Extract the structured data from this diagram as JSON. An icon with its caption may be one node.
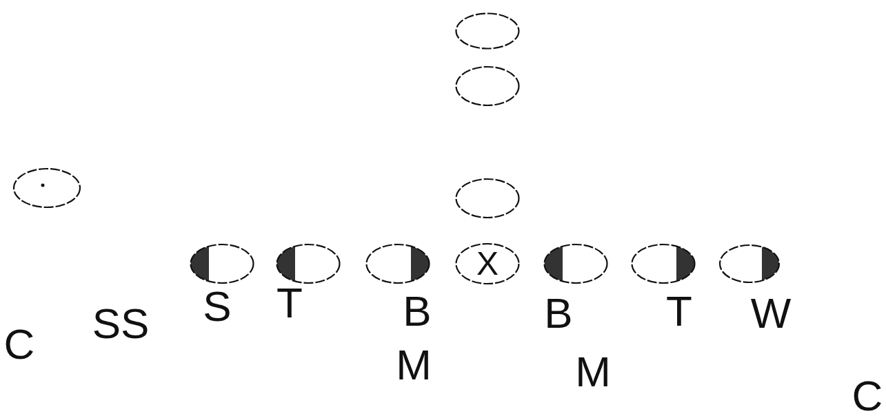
{
  "diagram": {
    "nodes": [
      {
        "text": [],
        "shape": "circle"
      },
      {
        "text": [],
        "shape": "circle"
      },
      {
        "text": [],
        "shape": "circle"
      },
      {
        "text": [],
        "shape": "circle"
      },
      {
        "text": [],
        "shape": "circle"
      },
      {
        "text": [],
        "shape": "circle"
      },
      {
        "text": [],
        "shape": "circle"
      },
      {
        "text": [
          "X"
        ]
      },
      {
        "text": [],
        "shape": "circle"
      },
      {
        "text": [],
        "shape": "circle"
      },
      {
        "text": [],
        "shape": "circle"
      }
    ],
    "labels": [
      "SS",
      "S",
      "T",
      "B",
      "B",
      "T",
      "W",
      "C",
      "M",
      "M",
      "C"
    ]
  }
}
